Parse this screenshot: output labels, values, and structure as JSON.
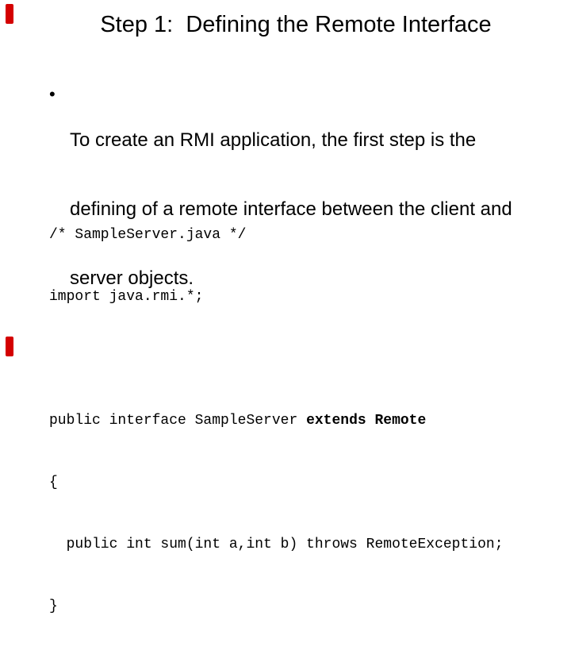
{
  "slide": {
    "background": "#ffffff",
    "accent_color": "#d40000",
    "title": "Step 1:  Defining the Remote Interface",
    "bullet": {
      "marker": "•",
      "lines": [
        "To create an RMI application, the first step is the",
        "defining of a remote interface between the client and",
        "server objects."
      ]
    },
    "code": {
      "lines": [
        {
          "pre": "/* SampleServer.java */",
          "bold": ""
        },
        {
          "pre": "import java.rmi.*;",
          "bold": ""
        },
        {
          "pre": "",
          "bold": ""
        },
        {
          "pre": "public interface SampleServer ",
          "bold": "extends Remote"
        },
        {
          "pre": "{",
          "bold": ""
        },
        {
          "pre": "  public int sum(int a,int b) throws RemoteException;",
          "bold": ""
        },
        {
          "pre": "}",
          "bold": ""
        }
      ]
    }
  }
}
